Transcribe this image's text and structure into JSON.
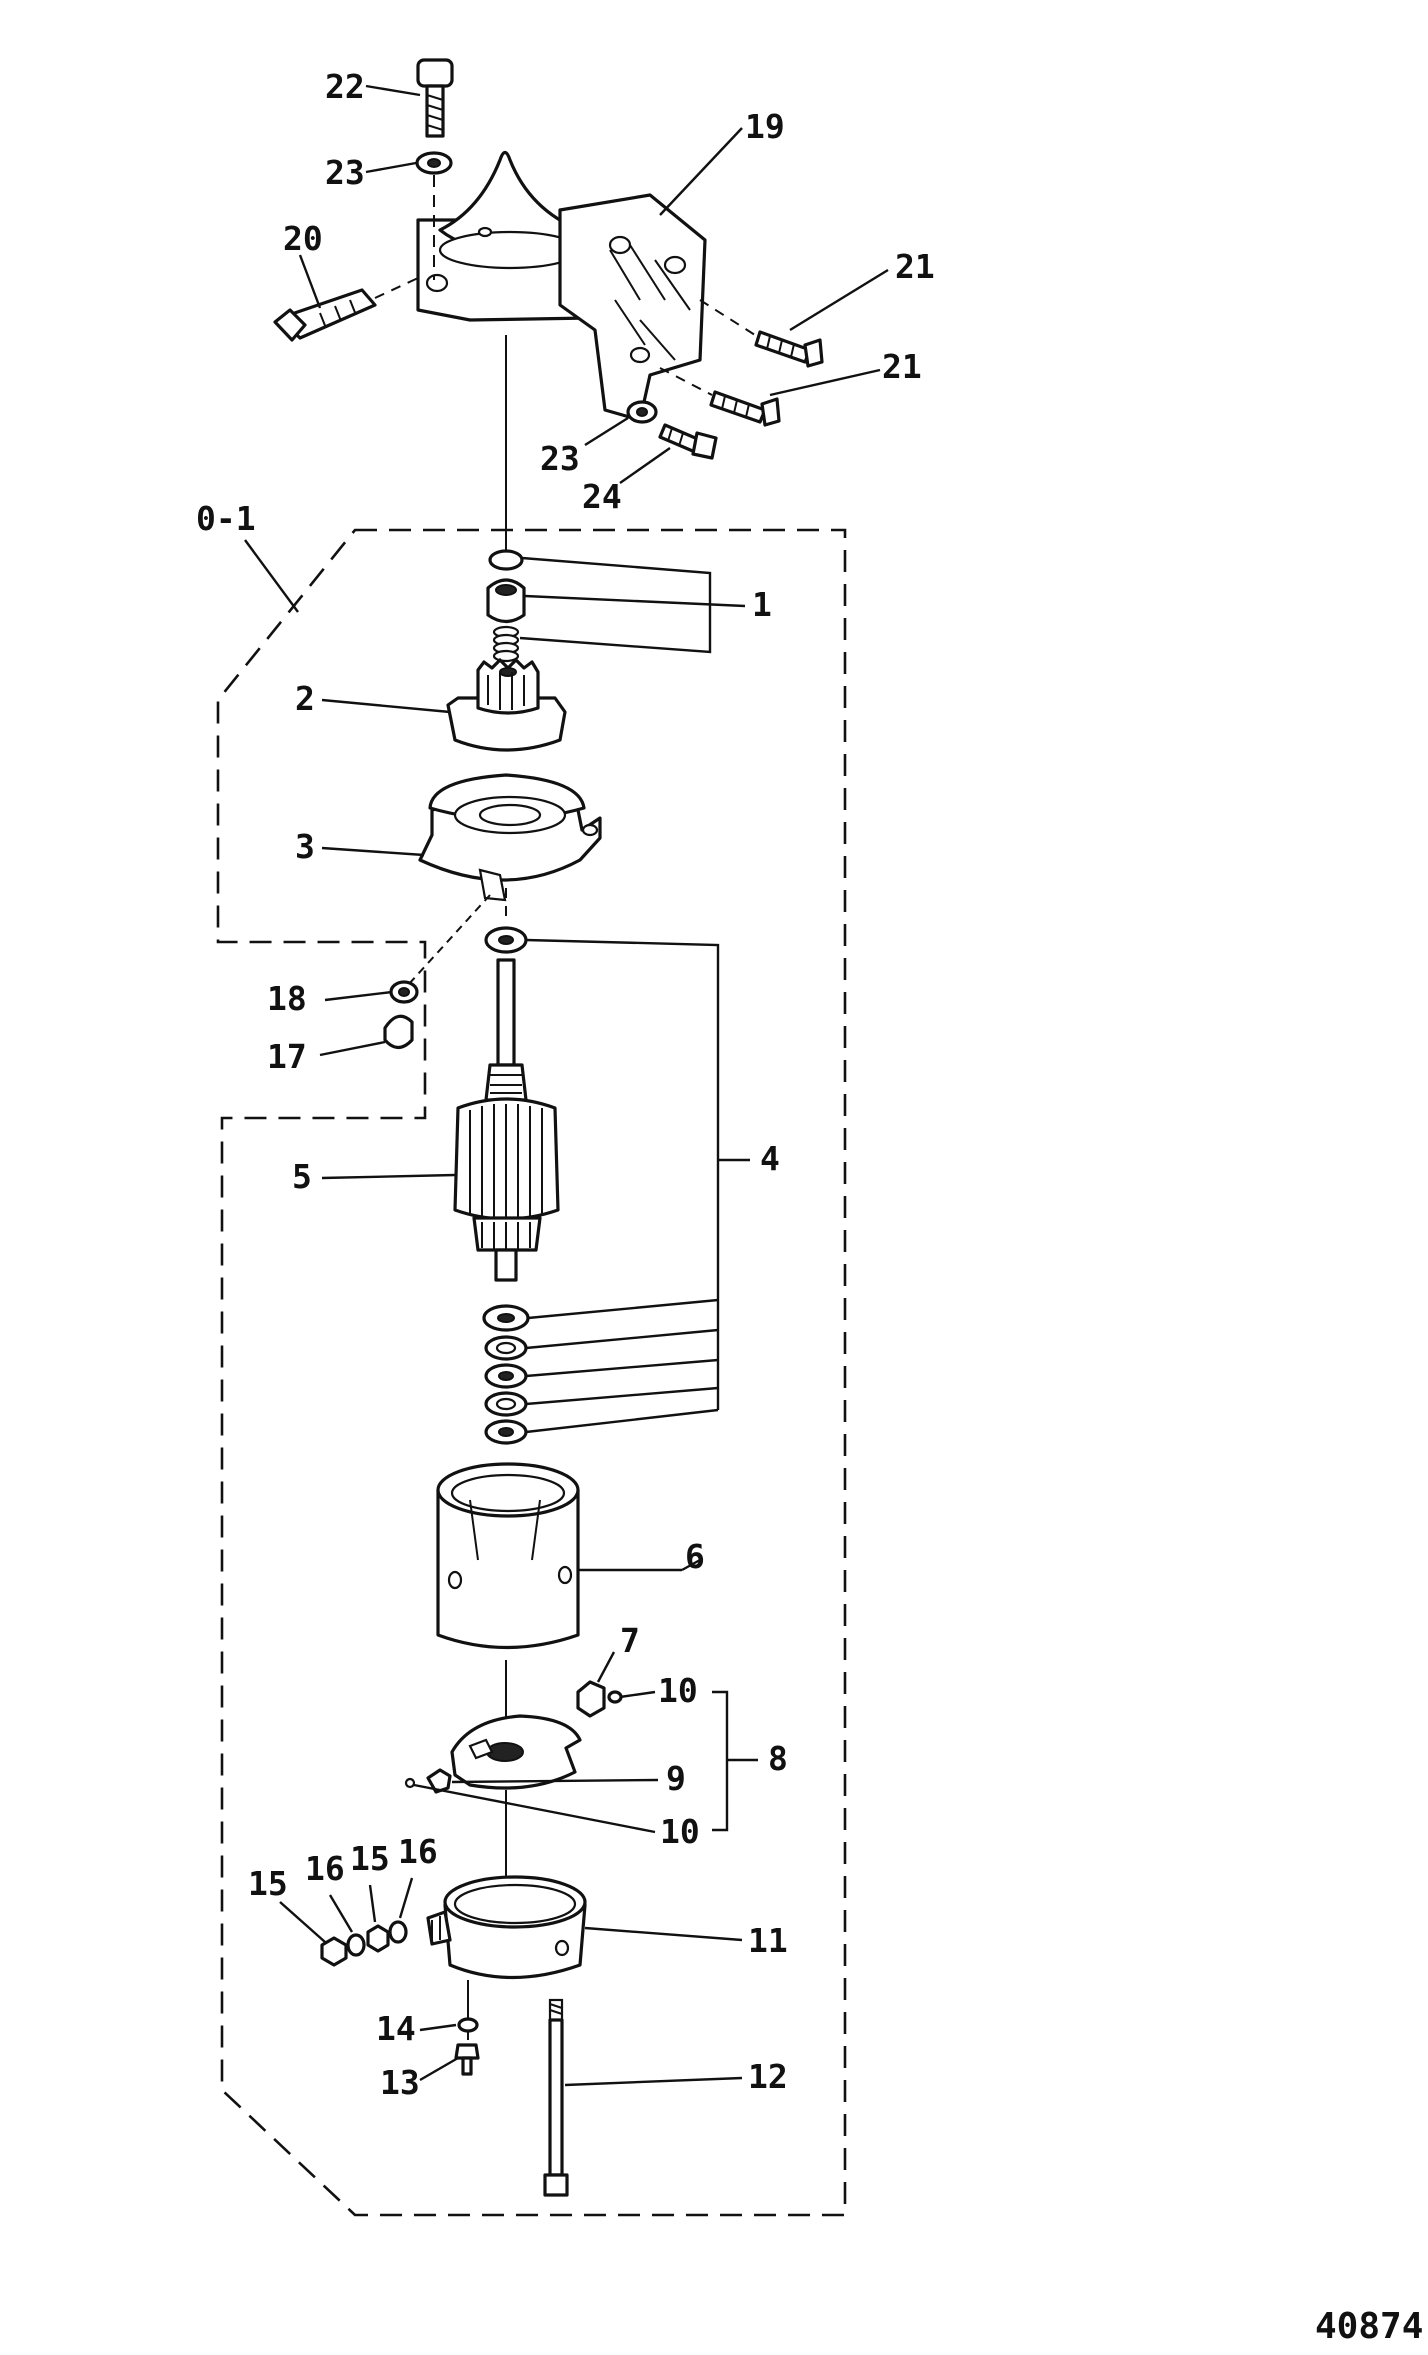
{
  "diagram": {
    "figure_number": "40874",
    "kit_label": "0-1",
    "callouts": {
      "c1": "1",
      "c2": "2",
      "c3": "3",
      "c4": "4",
      "c5": "5",
      "c6": "6",
      "c7": "7",
      "c8": "8",
      "c9": "9",
      "c10a": "10",
      "c10b": "10",
      "c11": "11",
      "c12": "12",
      "c13": "13",
      "c14": "14",
      "c15a": "15",
      "c15b": "15",
      "c16a": "16",
      "c16b": "16",
      "c17": "17",
      "c18": "18",
      "c19": "19",
      "c20": "20",
      "c21a": "21",
      "c21b": "21",
      "c22": "22",
      "c23a": "23",
      "c23b": "23",
      "c24": "24"
    }
  }
}
